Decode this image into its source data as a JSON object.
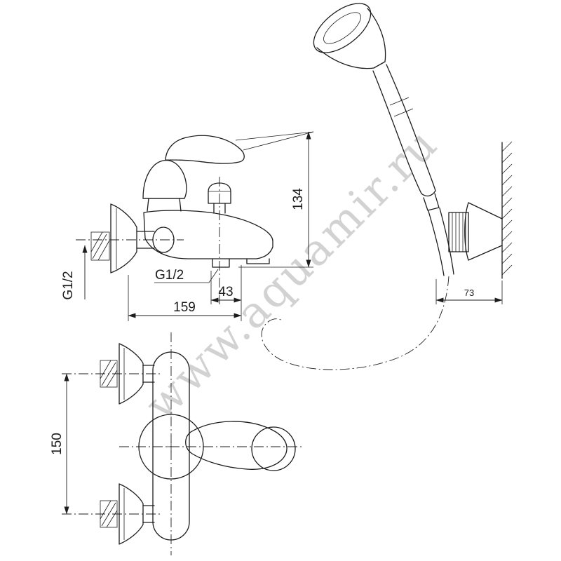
{
  "watermark": {
    "text": "www.aquamir.ru"
  },
  "colors": {
    "line": "#1c1c1c",
    "watermark": "#b5b5b5",
    "background": "#ffffff"
  },
  "side_view": {
    "dim_height": "134",
    "dim_length": "159",
    "dim_spout": "43",
    "outlet_thread": "G1/2",
    "inlet_thread": "G1/2"
  },
  "shower": {
    "dim_wall": "73"
  },
  "front_view": {
    "dim_spacing": "150"
  }
}
